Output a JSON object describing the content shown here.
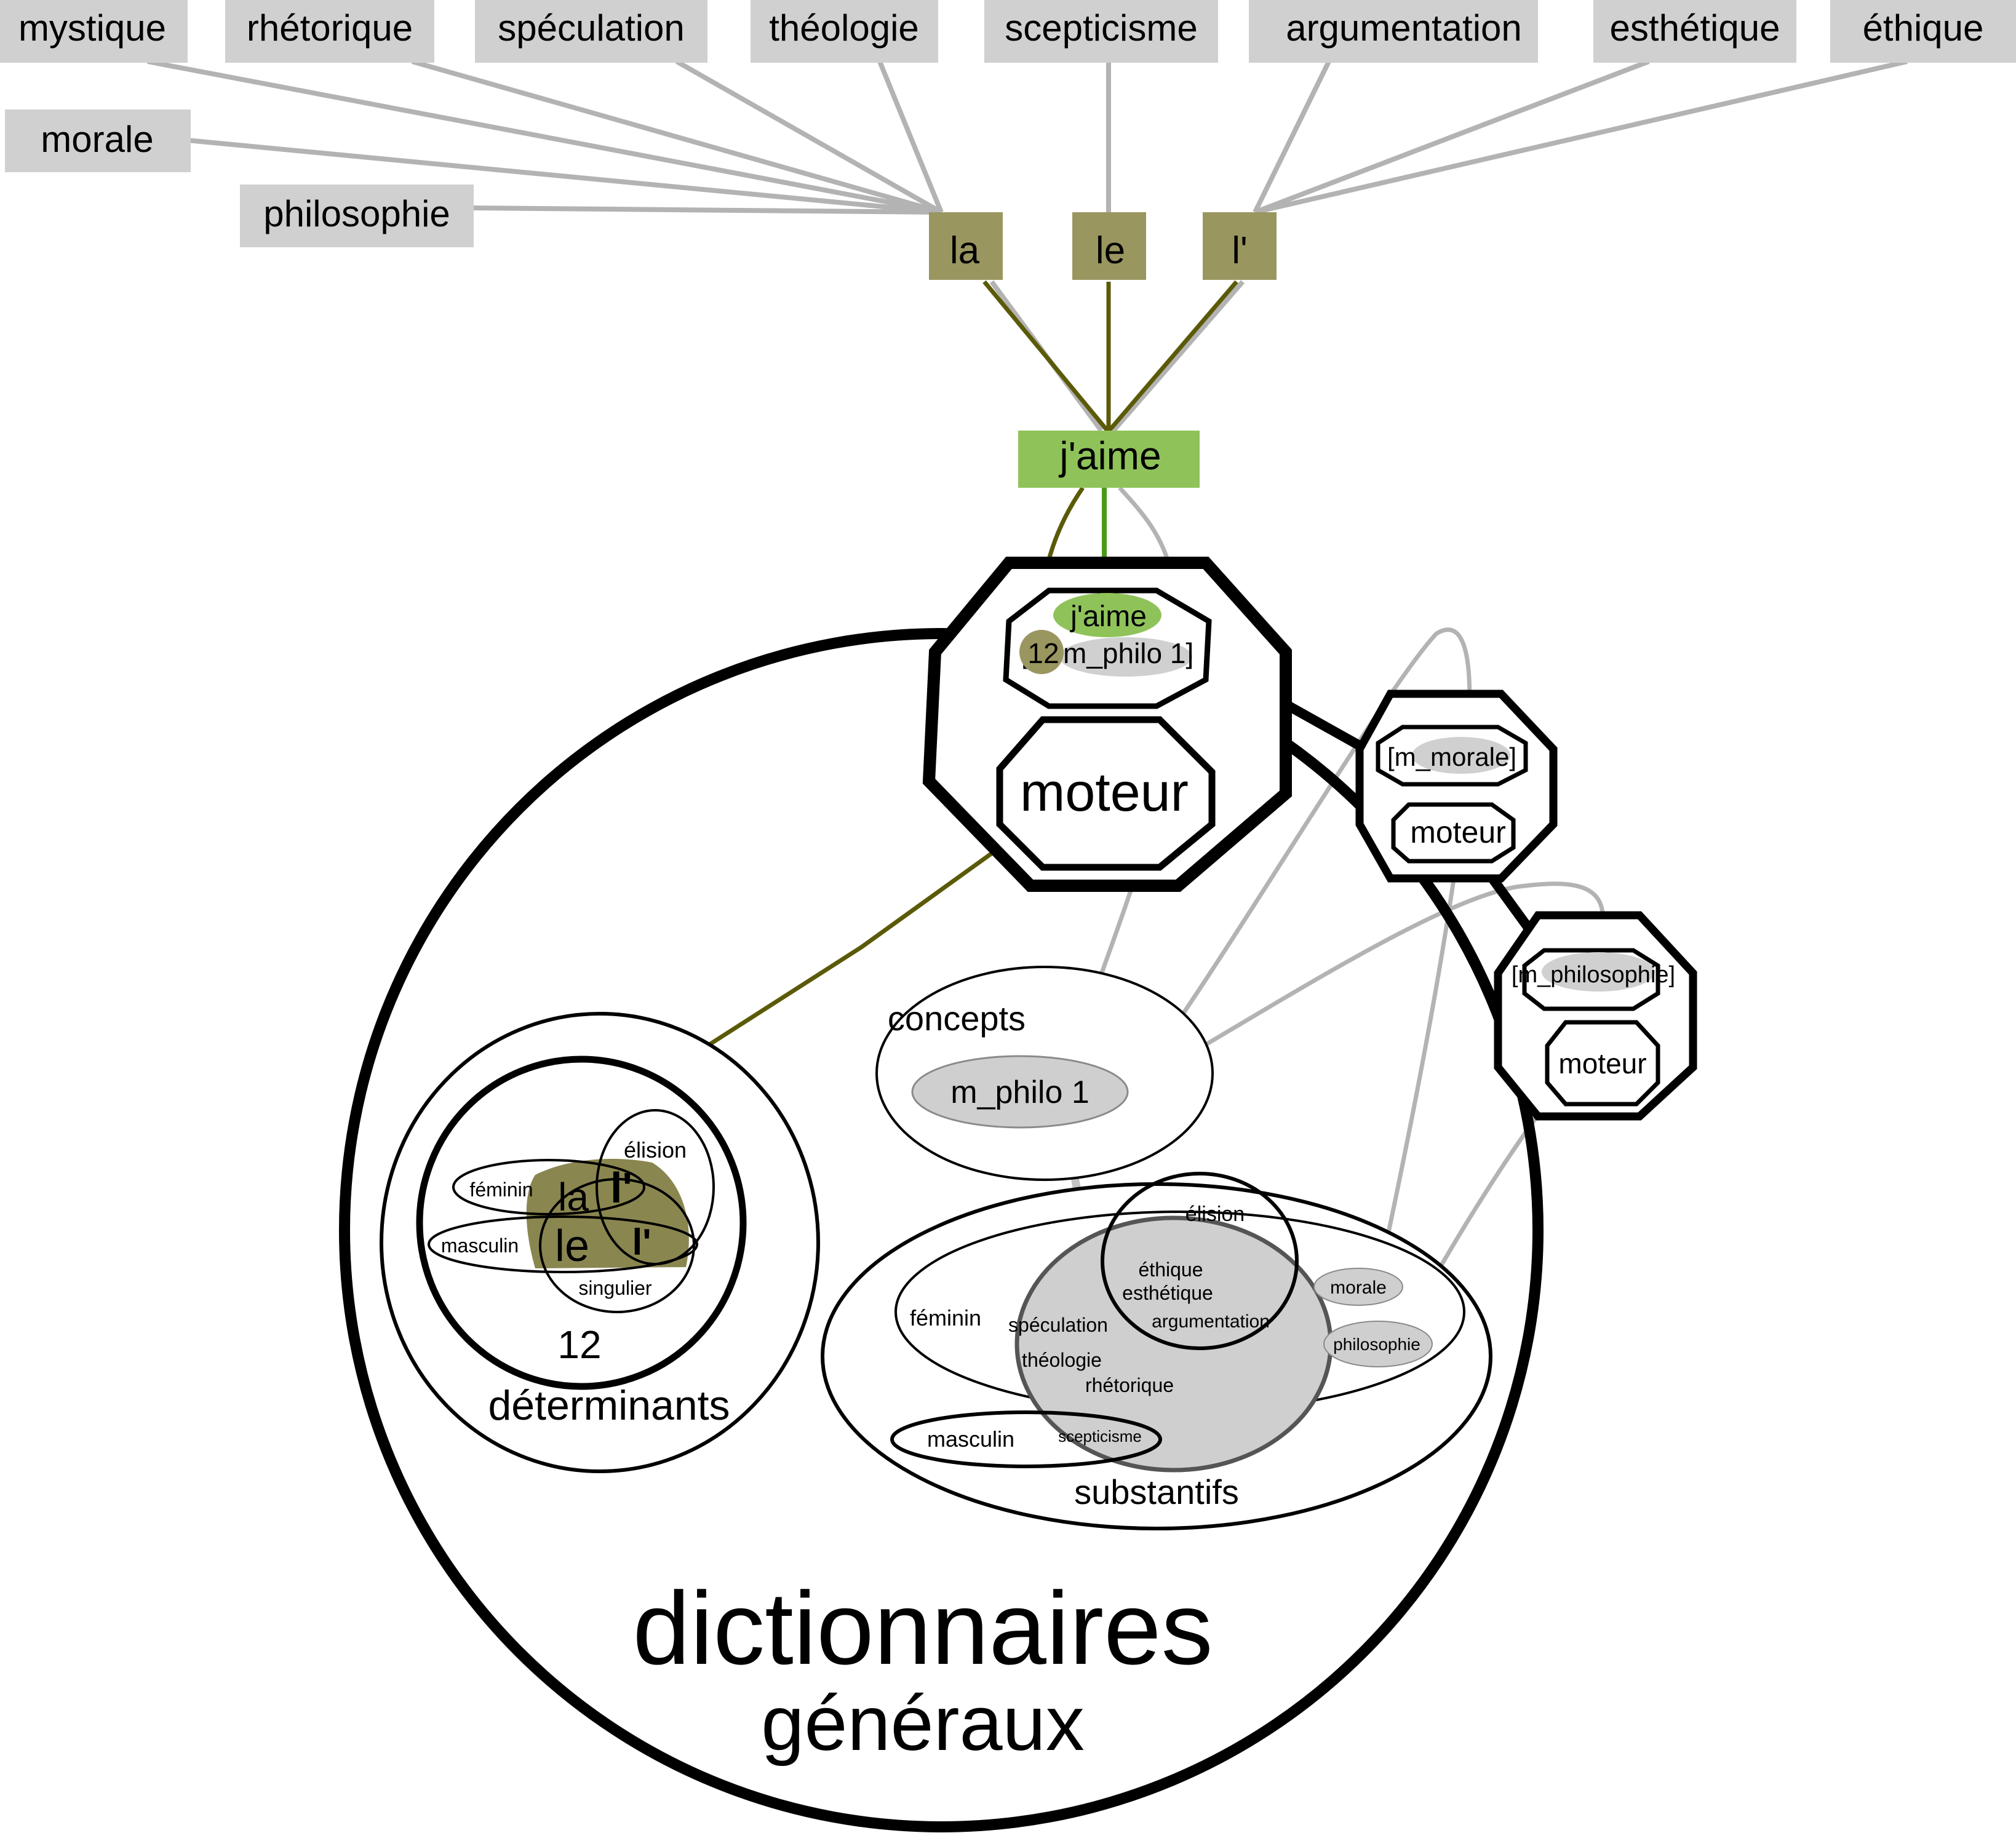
{
  "colors": {
    "word_box": "#d0d0d0",
    "determiner_box": "#9a9660",
    "verb_box": "#8fc35a",
    "olive_fill": "#8a8650",
    "olive_line": "#5a5a08",
    "grey_line": "#b3b3b3",
    "green_line": "#4a9a1a",
    "grey_fill": "#cfcfcf"
  },
  "top_words": [
    "mystique",
    "rhétorique",
    "spéculation",
    "théologie",
    "scepticisme",
    "argumentation",
    "esthétique",
    "éthique"
  ],
  "left_words": [
    "morale",
    "philosophie"
  ],
  "determiners": [
    "la",
    "le",
    "l'"
  ],
  "verb": "j'aime",
  "main_engine": {
    "verb_tag": "j'aime",
    "slot_open": "[",
    "slot_number": "12",
    "slot_label": "m_philo 1]",
    "engine_label": "moteur"
  },
  "engine_morale": {
    "slot_label": "[m_morale]",
    "engine_label": "moteur"
  },
  "engine_philosophie": {
    "slot_label": "[m_philosophie]",
    "engine_label": "moteur"
  },
  "dictionaries": {
    "title": "dictionnaires",
    "subtitle": "généraux"
  },
  "concepts": {
    "label": "concepts",
    "item": "m_philo 1"
  },
  "determinants": {
    "label": "déterminants",
    "count": "12",
    "sets": {
      "elision": "élision",
      "feminine": "féminin",
      "masculine": "masculin",
      "singular": "singulier"
    },
    "items": {
      "la": "la",
      "l_feminine": "l'",
      "le": "le",
      "l_masculine": "l'"
    }
  },
  "substantifs": {
    "label": "substantifs",
    "sets": {
      "elision": "élision",
      "feminine": "féminin",
      "masculine": "masculin"
    },
    "items": {
      "ethique": "éthique",
      "esthetique": "esthétique",
      "argumentation": "argumentation",
      "speculation": "spéculation",
      "theologie": "théologie",
      "rhetorique": "rhétorique",
      "scepticisme": "scepticisme",
      "morale": "morale",
      "philosophie": "philosophie"
    }
  }
}
